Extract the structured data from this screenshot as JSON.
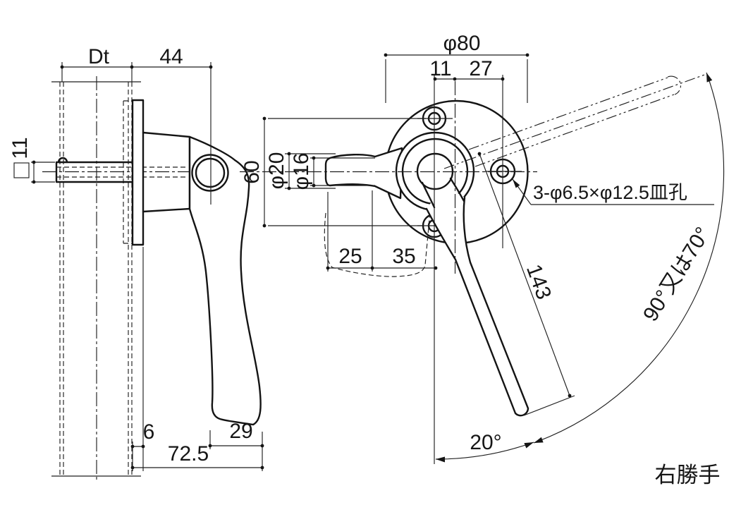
{
  "drawing": {
    "title_handedness": "右勝手",
    "hole_note": "3-φ6.5×φ12.5皿孔",
    "dims": {
      "door_thickness": "Dt",
      "backset_44": "44",
      "spindle_square_11": "11",
      "flange_dia_80": "φ80",
      "hole_offset_11": "11",
      "hole_offset_27": "27",
      "hole_span_60": "60",
      "grip_dia_20": "φ20",
      "grip_dia_16": "φ16",
      "grip_offset_25": "25",
      "grip_offset_35": "35",
      "lever_length_143": "143",
      "plate_thickness_6": "6",
      "tip_width_29": "29",
      "projection_72_5": "72.5",
      "rest_angle_20": "20°",
      "rotation_range": "90°又は70°"
    }
  }
}
